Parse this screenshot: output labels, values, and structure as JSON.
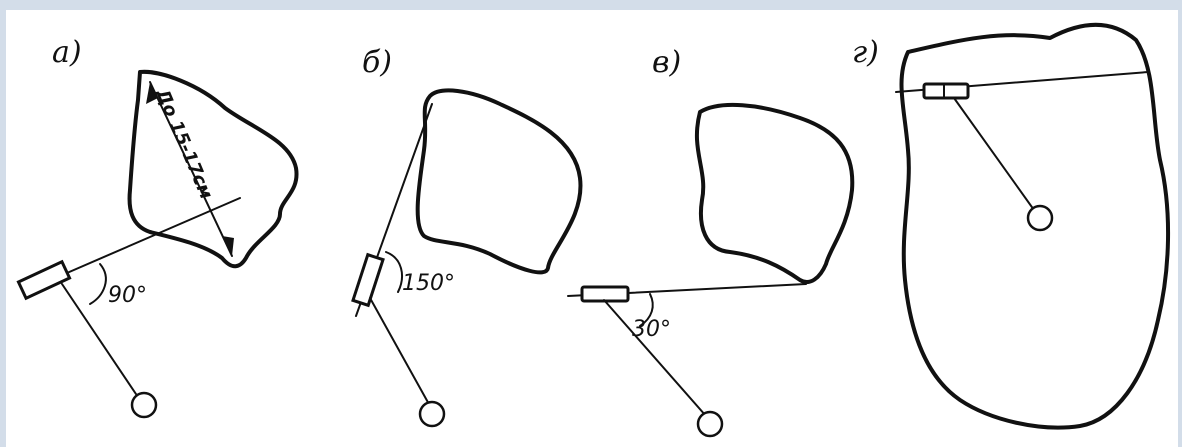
{
  "panels": [
    {
      "label": "а)",
      "angle": "90°",
      "dimension": "До 15-17см"
    },
    {
      "label": "б)",
      "angle": "150°"
    },
    {
      "label": "в)",
      "angle": "30°"
    },
    {
      "label": "г)"
    }
  ],
  "colors": {
    "background": "#d3dde9",
    "canvas": "#ffffff",
    "ink": "#111111"
  }
}
